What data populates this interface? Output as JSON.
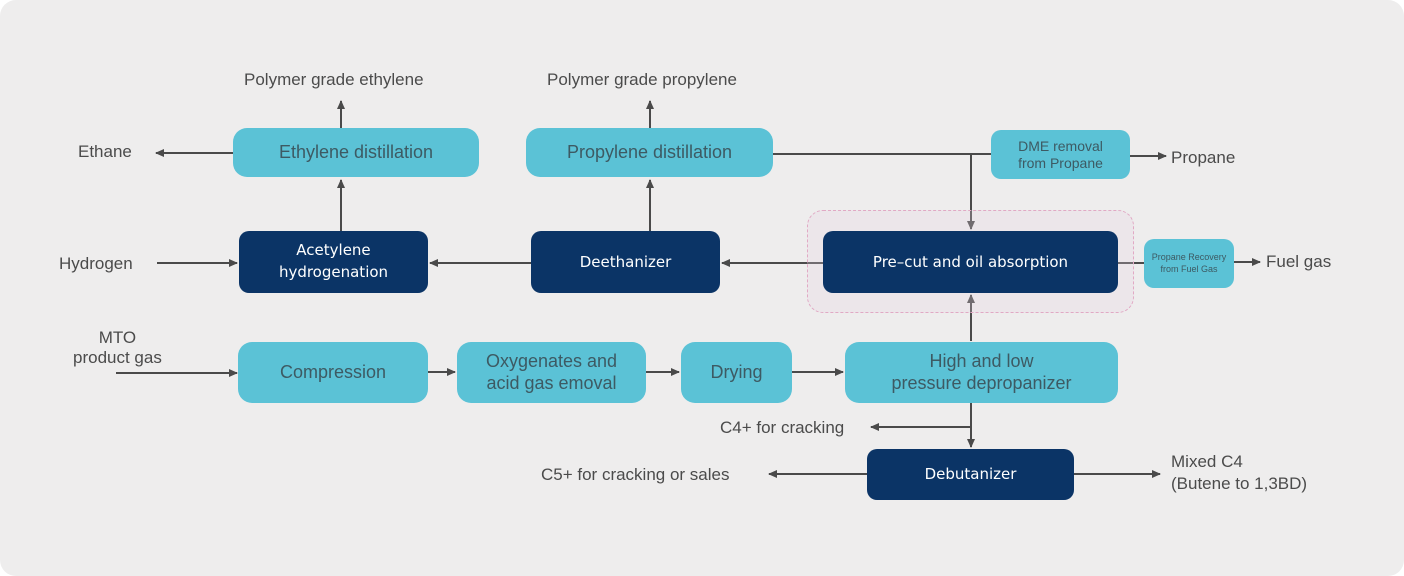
{
  "diagram": {
    "colors": {
      "background": "#eeeded",
      "light_node": "#5bc2d6",
      "dark_node": "#0b3466",
      "connector": "#4a4a4a",
      "highlight_zone": "#e1a9c4"
    },
    "nodes": {
      "ethylene_distillation": "Ethylene distillation",
      "propylene_distillation": "Propylene distillation",
      "dme_removal": "DME removal\nfrom Propane",
      "acetylene_hydrogenation": "Acetylene\nhydrogenation",
      "deethanizer": "Deethanizer",
      "precut_oil_absorption": "Pre–cut and oil absorption",
      "propane_recovery": "Propane Recovery\nfrom Fuel Gas",
      "compression": "Compression",
      "oxygenates_removal": "Oxygenates and\nacid gas emoval",
      "drying": "Drying",
      "depropanizer": "High and low\npressure depropanizer",
      "debutanizer": "Debutanizer"
    },
    "streams": {
      "polymer_ethylene": "Polymer grade ethylene",
      "polymer_propylene": "Polymer grade propylene",
      "ethane": "Ethane",
      "propane": "Propane",
      "hydrogen": "Hydrogen",
      "fuel_gas": "Fuel gas",
      "mto_gas": "MTO\nproduct gas",
      "c4_cracking": "C4+ for cracking",
      "c5_cracking": "C5+ for cracking or sales",
      "mixed_c4": "Mixed C4\n(Butene to 1,3BD)"
    }
  }
}
